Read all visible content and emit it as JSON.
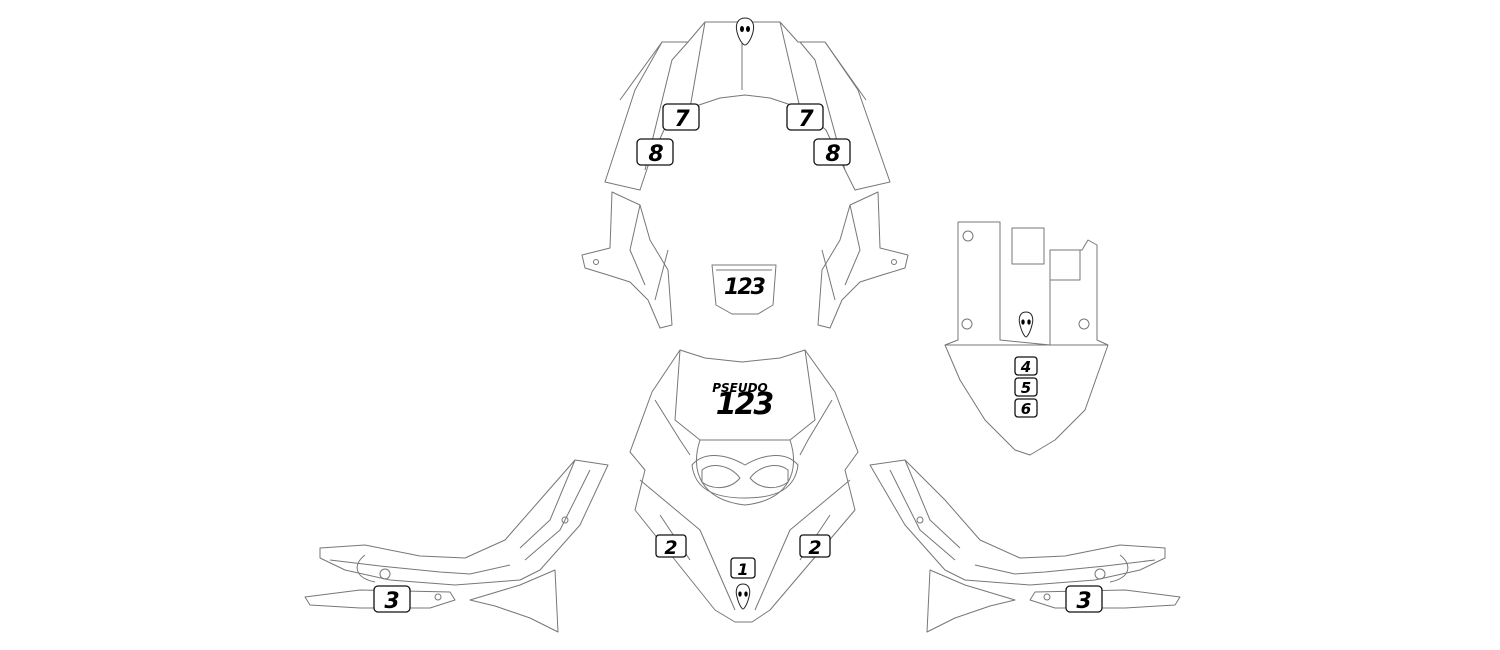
{
  "labels": {
    "upper_left_7": "7",
    "upper_right_7": "7",
    "upper_left_8": "8",
    "upper_right_8": "8",
    "small_plate_number": "123",
    "front_pseudo": "PSEUDO",
    "front_number": "123",
    "front_left_2": "2",
    "front_right_2": "2",
    "front_center_1": "1",
    "side_left_3": "3",
    "side_right_3": "3",
    "rear_4": "4",
    "rear_5": "5",
    "rear_6": "6"
  },
  "logos": [
    "alien-head-logo-top",
    "alien-head-logo-rear",
    "alien-head-logo-front"
  ]
}
